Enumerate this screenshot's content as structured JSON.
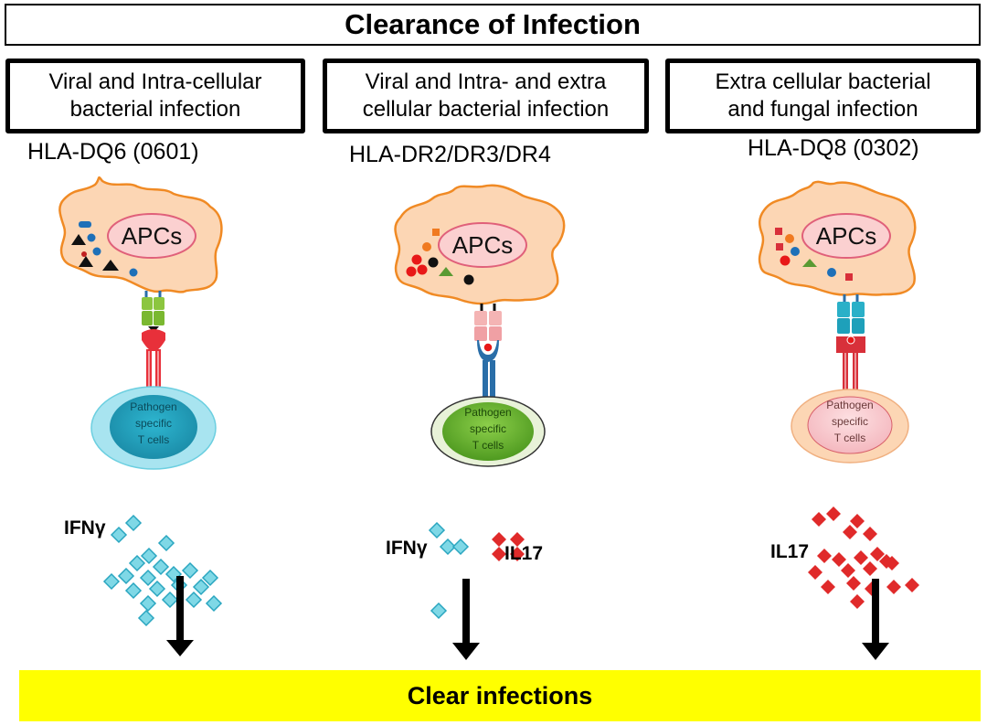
{
  "title": "Clearance of Infection",
  "colors": {
    "apc_fill": "#fcd6b4",
    "apc_stroke": "#f08a24",
    "apc_nucleus_fill": "#fbd0d0",
    "apc_nucleus_stroke": "#e0607a",
    "ifng_diamond": "#7fd8e6",
    "ifng_stroke": "#2aa6c0",
    "il17_diamond": "#e02a2a",
    "clear_bar": "#ffff00"
  },
  "panels": [
    {
      "category": "Viral and Intra-cellular bacterial infection",
      "category_lines": [
        "Viral and Intra-cellular",
        "bacterial infection"
      ],
      "hla": "HLA-DQ6 (0601)",
      "apc_label": "APCs",
      "mhc_color": "#8cc63f",
      "tcr_color": "#e8303a",
      "tcell_label": [
        "Pathogen",
        "specific",
        "T cells"
      ],
      "tcell_outer": "#a8e4f0",
      "tcell_inner": "#1e9cb8",
      "tcell_text_color": "#0b4a5a",
      "cytokines": [
        {
          "name": "IFNγ",
          "type": "ifng",
          "count": 21
        }
      ]
    },
    {
      "category": "Viral and Intra- and extra cellular bacterial infection",
      "category_lines": [
        "Viral and Intra- and extra",
        "cellular bacterial infection"
      ],
      "hla": "HLA-DR2/DR3/DR4",
      "apc_label": "APCs",
      "mhc_color": "#f4a8a8",
      "tcr_color": "#2a6ea8",
      "tcell_label": [
        "Pathogen",
        "specific",
        "T cells"
      ],
      "tcell_outer": "#e8f2d8",
      "tcell_inner": "#6cb030",
      "tcell_text_color": "#1e4a0a",
      "cytokines": [
        {
          "name": "IFNγ",
          "type": "ifng",
          "count": 4
        },
        {
          "name": "IL17",
          "type": "il17",
          "count": 4
        }
      ]
    },
    {
      "category": "Extra cellular bacterial and fungal infection",
      "category_lines": [
        "Extra cellular bacterial",
        "and fungal infection"
      ],
      "hla": "HLA-DQ8 (0302)",
      "apc_label": "APCs",
      "mhc_color": "#2ab0c8",
      "tcr_color": "#d8303a",
      "tcell_label": [
        "Pathogen",
        "specific",
        "T cells"
      ],
      "tcell_outer": "#fcd6b4",
      "tcell_inner": "#f8c8cc",
      "tcell_text_color": "#6a3a3a",
      "cytokines": [
        {
          "name": "IL17",
          "type": "il17",
          "count": 20
        }
      ]
    }
  ],
  "outcome": "Clear infections"
}
